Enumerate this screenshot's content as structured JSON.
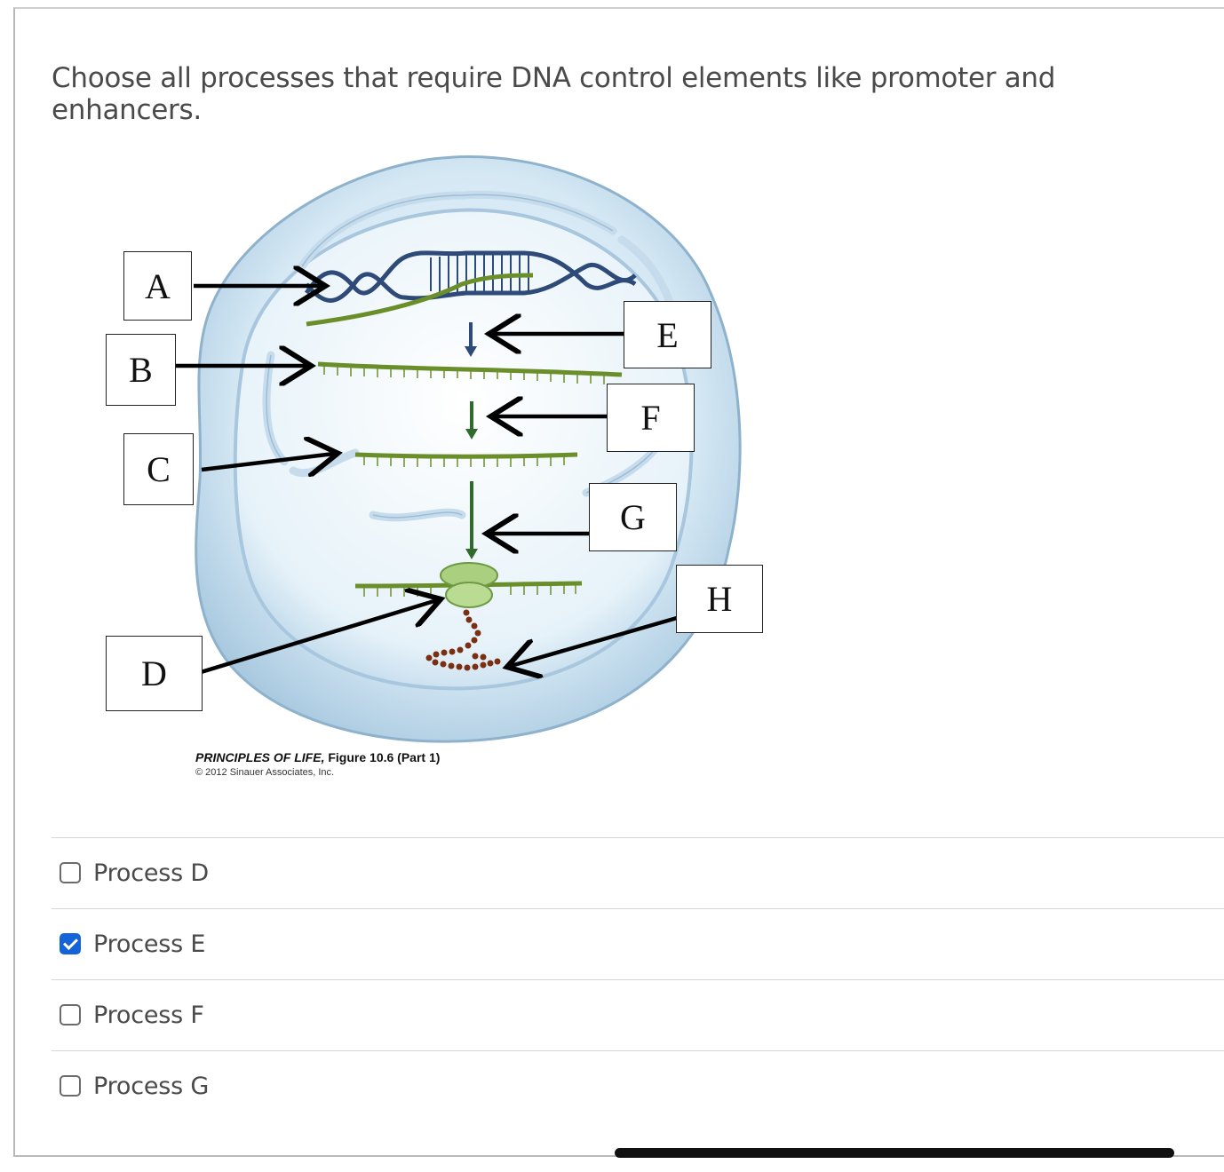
{
  "question": {
    "text": "Choose all processes that require DNA control elements like promoter and enhancers."
  },
  "figure": {
    "labels": [
      "A",
      "B",
      "C",
      "D",
      "E",
      "F",
      "G",
      "H"
    ],
    "caption_title_italic": "PRINCIPLES OF LIFE,",
    "caption_title_rest": " Figure 10.6 (Part 1)",
    "caption_copyright": "© 2012 Sinauer Associates, Inc.",
    "colors": {
      "dna": "#2e4a78",
      "rna": "#6a8f2a",
      "arrow_dark": "#2e4a78",
      "arrow_green": "#2f6b2a",
      "ribosome": "#a9cf7f",
      "protein": "#7a2f12",
      "cell": "#cfe4f2",
      "membrane": "#7fa7c9"
    }
  },
  "options": [
    {
      "label": "Process D",
      "checked": false
    },
    {
      "label": "Process E",
      "checked": true
    },
    {
      "label": "Process F",
      "checked": false
    },
    {
      "label": "Process G",
      "checked": false
    }
  ],
  "colors": {
    "checkbox_checked": "#1463d8",
    "text": "#4a4a4a"
  }
}
